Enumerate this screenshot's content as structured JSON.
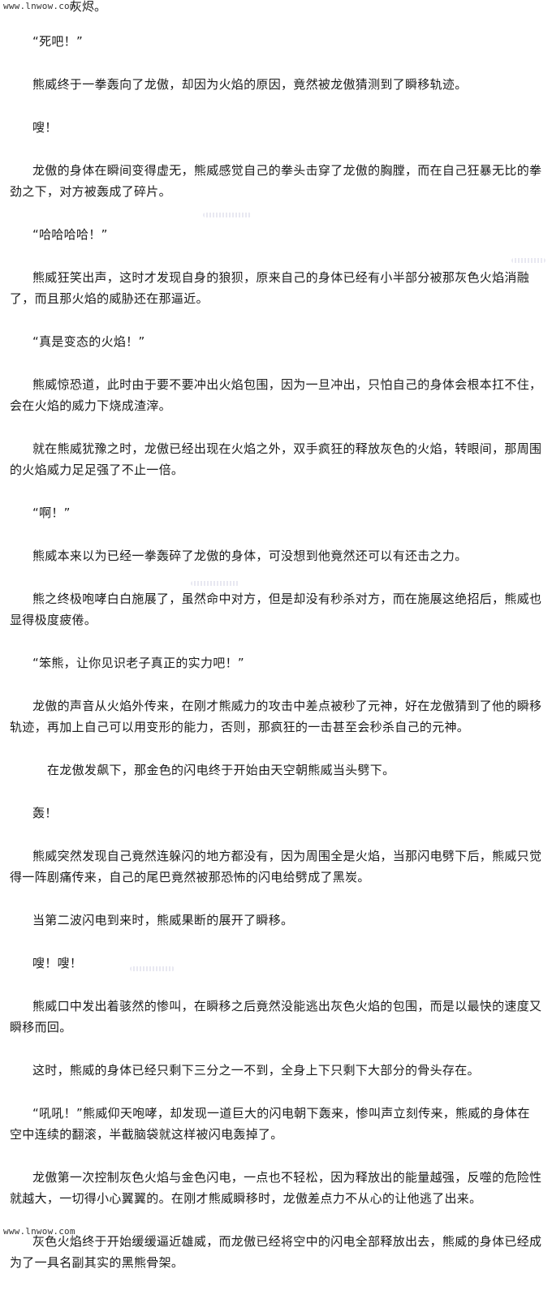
{
  "watermark_top": "www.lnwow.com",
  "watermark_bottom": "www.lnwow.com",
  "top_fragment": "灰烬。",
  "paragraphs": [
    "“死吧！”",
    "熊威终于一拳轰向了龙傲，却因为火焰的原因，竟然被龙傲猜测到了瞬移轨迹。",
    "嗖！",
    "龙傲的身体在瞬间变得虚无，熊威感觉自己的拳头击穿了龙傲的胸膛，而在自己狂暴无比的拳劲之下，对方被轰成了碎片。",
    "“哈哈哈哈！”",
    "熊威狂笑出声，这时才发现自身的狼狈，原来自己的身体已经有小半部分被那灰色火焰消融了，而且那火焰的威胁还在那逼近。",
    "“真是变态的火焰！”",
    "熊威惊恐道，此时由于要不要冲出火焰包围，因为一旦冲出，只怕自己的身体会根本扛不住，会在火焰的威力下烧成渣滓。",
    "就在熊威犹豫之时，龙傲已经出现在火焰之外，双手疯狂的释放灰色的火焰，转眼间，那周围的火焰威力足足强了不止一倍。",
    "“啊！”",
    "熊威本来以为已经一拳轰碎了龙傲的身体，可没想到他竟然还可以有还击之力。",
    "熊之终极咆哮白白施展了，虽然命中对方，但是却没有秒杀对方，而在施展这绝招后，熊威也显得极度疲倦。",
    "“笨熊，让你见识老子真正的实力吧！”",
    "龙傲的声音从火焰外传来，在刚才熊威力的攻击中差点被秒了元神，好在龙傲猜到了他的瞬移轨迹，再加上自己可以用变形的能力，否则，那疯狂的一击甚至会秒杀自己的元神。",
    "在龙傲发飙下，那金色的闪电终于开始由天空朝熊威当头劈下。",
    "轰！",
    "熊威突然发现自己竟然连躲闪的地方都没有，因为周围全是火焰，当那闪电劈下后，熊威只觉得一阵剧痛传来，自己的尾巴竟然被那恐怖的闪电给劈成了黑炭。",
    "当第二波闪电到来时，熊威果断的展开了瞬移。",
    "嗖！嗖！",
    "熊威口中发出着骇然的惨叫，在瞬移之后竟然没能逃出灰色火焰的包围，而是以最快的速度又瞬移而回。",
    "这时，熊威的身体已经只剩下三分之一不到，全身上下只剩下大部分的骨头存在。",
    "“吼吼！”熊威仰天咆哮，却发现一道巨大的闪电朝下轰来，惨叫声立刻传来，熊威的身体在空中连续的翻滚，半截脑袋就这样被闪电轰掉了。",
    "龙傲第一次控制灰色火焰与金色闪电，一点也不轻松，因为释放出的能量越强，反噬的危险性就越大，一切得小心翼翼的。在刚才熊威瞬移时，龙傲差点力不从心的让他逃了出来。",
    "灰色火焰终于开始缓缓逼近雄威，而龙傲已经将空中的闪电全部释放出去，熊威的身体已经成为了一具名副其实的黑熊骨架。"
  ]
}
